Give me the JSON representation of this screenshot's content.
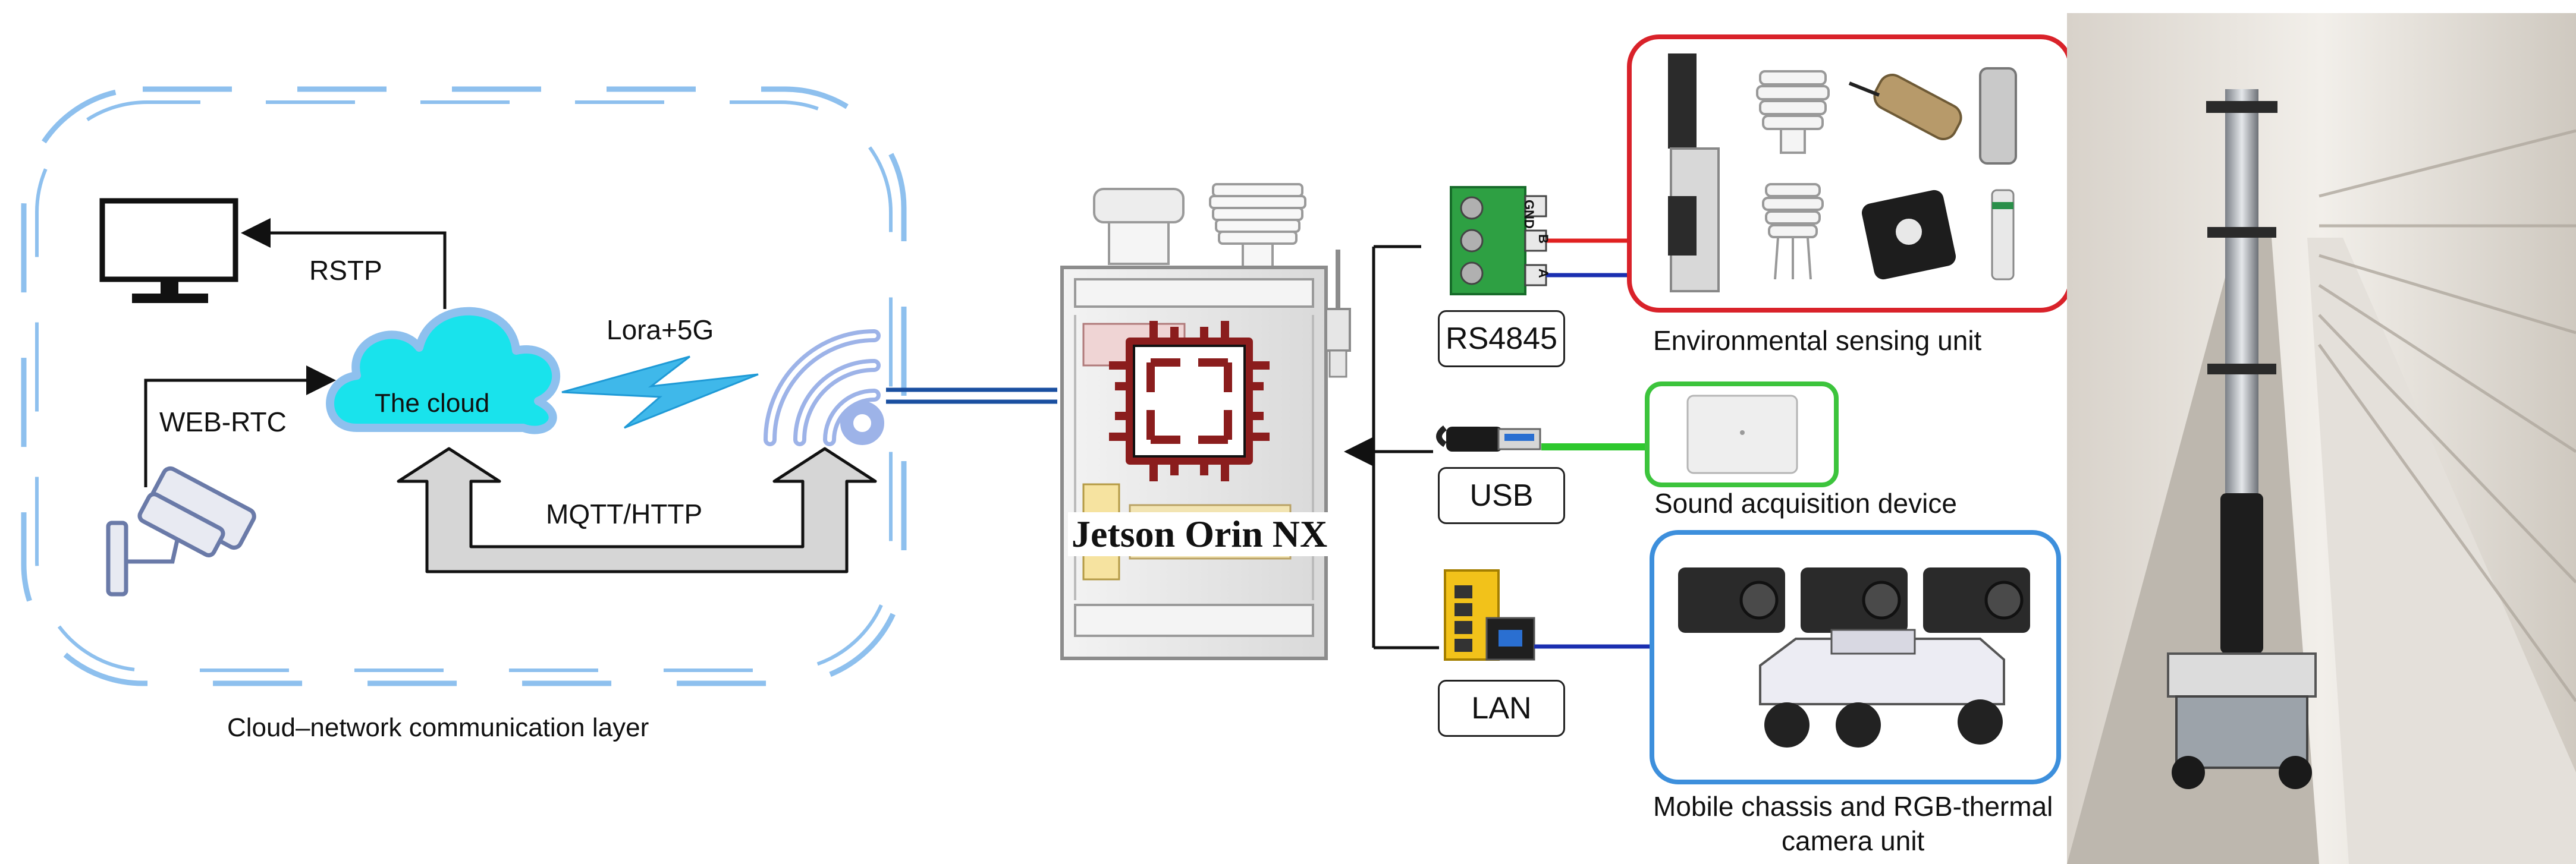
{
  "cloud_layer": {
    "title": "Cloud–network communication layer",
    "cloud_label": "The cloud",
    "rstp_label": "RSTP",
    "webrtc_label": "WEB-RTC",
    "lora_label": "Lora+5G",
    "mqtt_label": "MQTT/HTTP"
  },
  "controller": {
    "name": "Jetson Orin NX"
  },
  "interfaces": {
    "rs485": "RS4845",
    "usb": "USB",
    "lan": "LAN",
    "terminal_pins": [
      "GND",
      "B",
      "A"
    ]
  },
  "units": {
    "environmental": "Environmental sensing unit",
    "sound": "Sound acquisition device",
    "mobile_line1": "Mobile chassis and RGB-thermal",
    "mobile_line2": "camera unit"
  },
  "colors": {
    "dashed_border": "#8ec0ee",
    "cloud_fill": "#19e3ec",
    "env_border": "#d9222a",
    "sound_border": "#3cc43c",
    "mobile_border": "#3d8fdc",
    "wire_red": "#e02020",
    "wire_blue": "#1a2fb0",
    "wire_green": "#2ec82e",
    "link_blue": "#1a4fa0",
    "chip_red": "#8b1d1d"
  }
}
